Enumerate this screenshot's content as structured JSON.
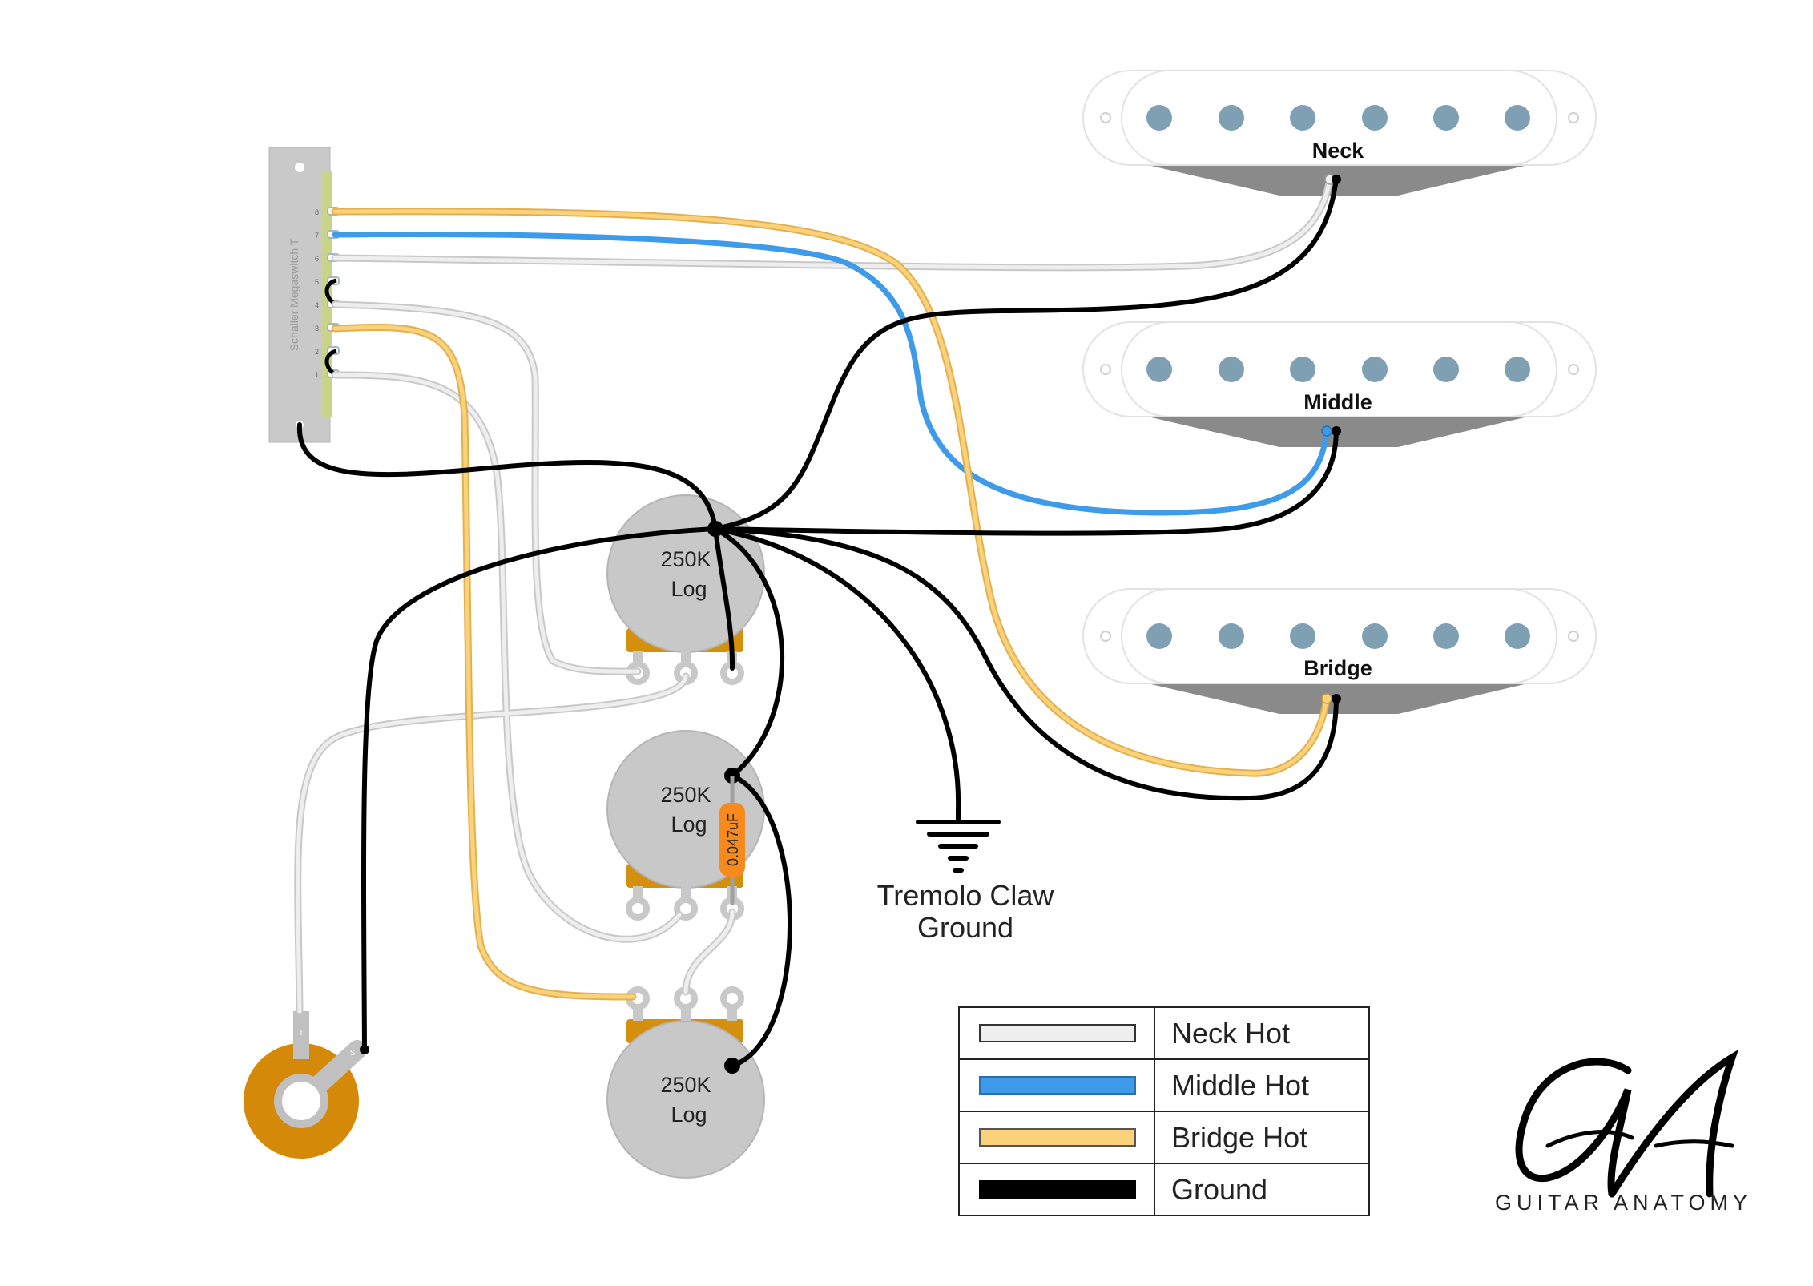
{
  "switch": {
    "label": "Schaller Megaswitch T",
    "terminals": [
      "8",
      "7",
      "6",
      "5",
      "4",
      "3",
      "2",
      "1"
    ]
  },
  "pickups": [
    {
      "name": "Neck"
    },
    {
      "name": "Middle"
    },
    {
      "name": "Bridge"
    }
  ],
  "pots": [
    {
      "value": "250K",
      "taper": "Log"
    },
    {
      "value": "250K",
      "taper": "Log"
    },
    {
      "value": "250K",
      "taper": "Log"
    }
  ],
  "capacitor": {
    "label": "0.047uF"
  },
  "jack": {
    "tip_label": "T",
    "sleeve_label": "S"
  },
  "tremolo": {
    "line1": "Tremolo Claw",
    "line2": "Ground"
  },
  "legend": [
    {
      "label": "Neck Hot",
      "color": "#eeeeee"
    },
    {
      "label": "Middle Hot",
      "color": "#3d9be9"
    },
    {
      "label": "Bridge Hot",
      "color": "#fbd27a"
    },
    {
      "label": "Ground",
      "color": "#000000"
    }
  ],
  "brand": {
    "monogram": "GA",
    "name": "GUITAR ANATOMY"
  },
  "colors": {
    "neck_hot": "#eeeeee",
    "middle_hot": "#3d9be9",
    "bridge_hot": "#fbd27a",
    "ground": "#000000",
    "pole": "#7f9fb3",
    "pot_body": "#c8c8c8",
    "pot_lug_strip": "#d4900c",
    "jack": "#d48a08",
    "capacitor": "#f78a1d"
  }
}
